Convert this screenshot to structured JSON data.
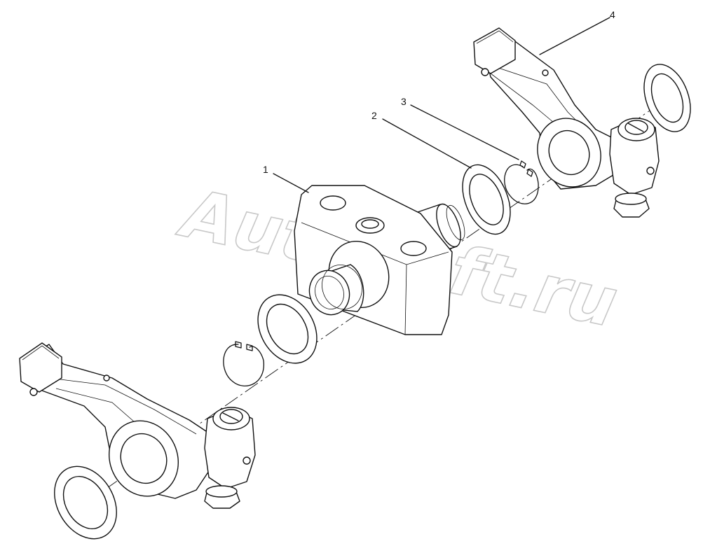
{
  "diagram": {
    "callouts": [
      {
        "id": "1",
        "label": "1"
      },
      {
        "id": "2",
        "label": "2"
      },
      {
        "id": "3",
        "label": "3"
      },
      {
        "id": "4",
        "label": "4"
      }
    ],
    "watermark": "AutoSoft.ru"
  }
}
